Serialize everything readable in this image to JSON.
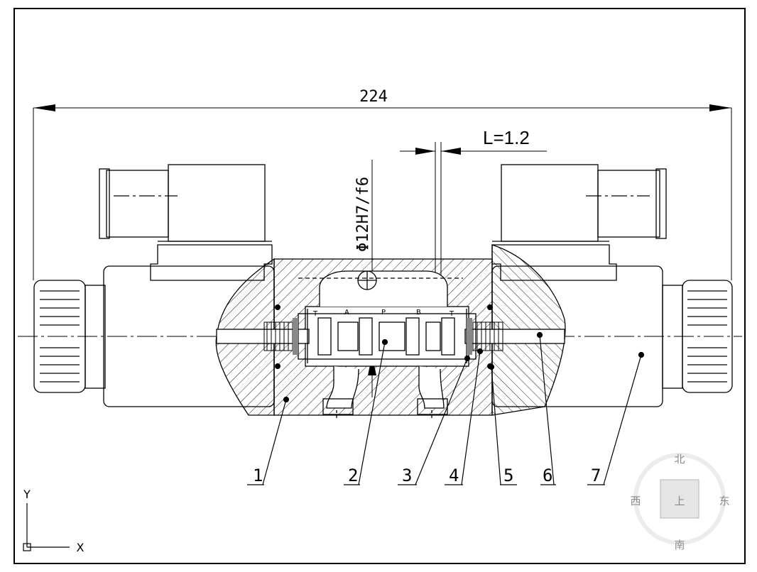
{
  "drawing": {
    "overall_dimension": "224",
    "spool_gap": "L=1.2",
    "fit_annotation": "Φ12H7/f6",
    "port_labels": [
      "T",
      "A",
      "P",
      "B",
      "T"
    ],
    "part_numbers": [
      "1",
      "2",
      "3",
      "4",
      "5",
      "6",
      "7"
    ]
  },
  "viewcube": {
    "north": "北",
    "south": "南",
    "east": "东",
    "west": "西",
    "face": "上"
  },
  "ucs": {
    "x_label": "X",
    "y_label": "Y"
  }
}
